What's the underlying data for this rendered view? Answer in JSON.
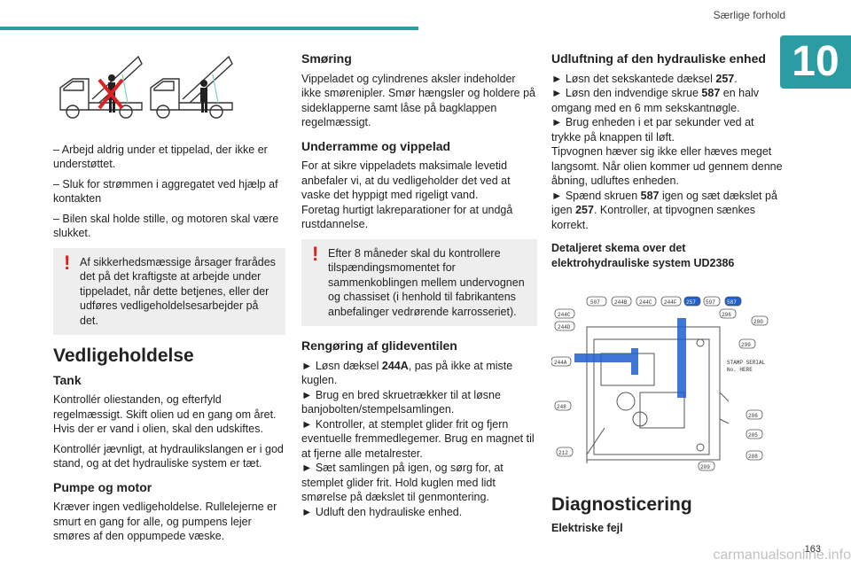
{
  "header": {
    "section": "Særlige forhold",
    "chapter": "10",
    "page": "163"
  },
  "footer": {
    "watermark": "carmanualsonline.info"
  },
  "col1": {
    "bullets": [
      "– Arbejd aldrig under et tippelad, der ikke er understøttet.",
      "– Sluk for strømmen i aggregatet ved hjælp af kontakten",
      "– Bilen skal holde stille, og motoren skal være slukket."
    ],
    "warning": "Af sikkerhedsmæssige årsager frarådes det på det kraftigste at arbejde under tippeladet, når dette betjenes, eller der udføres vedligeholdelsesarbejder på det.",
    "h_maintenance": "Vedligeholdelse",
    "h_tank": "Tank",
    "tank_p1": "Kontrollér oliestanden, og efterfyld regelmæssigt. Skift olien ud en gang om året. Hvis der er vand i olien, skal den udskiftes.",
    "tank_p2": "Kontrollér jævnligt, at hydraulikslangen er i god stand, og at det hydrauliske system er tæt.",
    "h_pump": "Pumpe og motor",
    "pump_p": "Kræver ingen vedligeholdelse. Rullelejerne er smurt en gang for alle, og pumpens lejer smøres af den oppumpede væske."
  },
  "col2": {
    "h_lube": "Smøring",
    "lube_p": "Vippeladet og cylindrenes aksler indeholder ikke smørenipler. Smør hængsler og holdere på sideklapperne samt låse på bagklappen regelmæssigt.",
    "h_frame": "Underramme og vippelad",
    "frame_p1": "For at sikre vippeladets maksimale levetid anbefaler vi, at du vedligeholder det ved at vaske det hyppigt med rigeligt vand.",
    "frame_p2": "Foretag hurtigt lakreparationer for at undgå rustdannelse.",
    "warning": "Efter 8 måneder skal du kontrollere tilspændingsmomentet for sammenkoblingen mellem undervognen og chassiset (i henhold til fabrikantens anbefalinger vedrørende karrosseriet).",
    "h_valve": "Rengøring af glideventilen",
    "v1a": "► Løsn dæksel ",
    "v1b": "244A",
    "v1c": ", pas på ikke at miste kuglen.",
    "v2": "► Brug en bred skruetrækker til at løsne banjobolten/stempelsamlingen.",
    "v3": "► Kontroller, at stemplet glider frit og fjern eventuelle fremmedlegemer. Brug en magnet til at fjerne alle metalrester.",
    "v4": "► Sæt samlingen på igen, og sørg for, at stemplet glider frit. Hold kuglen med lidt smørelse på dækslet til genmontering.",
    "v5": "► Udluft den hydrauliske enhed."
  },
  "col3": {
    "h_bleed": "Udluftning af den hydrauliske enhed",
    "b1a": "► Løsn det sekskantede dæksel ",
    "b1b": "257",
    "b1c": ".",
    "b2a": "► Løsn den indvendige skrue ",
    "b2b": "587",
    "b2c": " en halv omgang med en 6 mm sekskantnøgle.",
    "b3": "► Brug enheden i et par sekunder ved at trykke på knappen til løft.",
    "b4": "Tipvognen hæver sig ikke eller hæves meget langsomt. Når olien kommer ud gennem denne åbning, udluftes enheden.",
    "b5a": "► Spænd skruen ",
    "b5b": "587",
    "b5c": " igen og sæt dækslet på igen ",
    "b5d": "257",
    "b5e": ". Kontroller, at tipvognen sænkes korrekt.",
    "h_schema": "Detaljeret skema over det elektrohydrauliske system UD2386",
    "schem_labels": [
      "507",
      "244B",
      "244C",
      "244F",
      "257",
      "597",
      "587",
      "244C",
      "244D",
      "296",
      "200",
      "299",
      "244A",
      "STAMP SERIAL",
      "No. HERE",
      "248",
      "206",
      "205",
      "212",
      "208",
      "209"
    ],
    "h_diag": "Diagnosticering",
    "h_elec": "Elektriske fejl"
  },
  "colors": {
    "accent": "#2a9ca2",
    "warning": "#e02020",
    "warnbg": "#eeeeee",
    "schem_blue": "#1f5fd0"
  }
}
